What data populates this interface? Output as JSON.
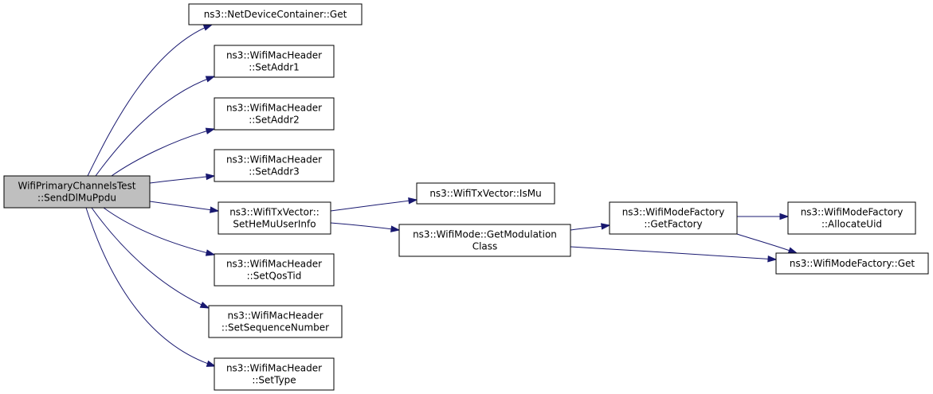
{
  "graph": {
    "type": "call-graph",
    "edge_color": "#191970",
    "root_fill": "#bfbfbf",
    "node_fill": "#ffffff",
    "nodes": [
      {
        "id": "root",
        "lines": [
          "WifiPrimaryChannelsTest",
          "::SendDlMuPpdu"
        ],
        "root": true
      },
      {
        "id": "ndc_get",
        "lines": [
          "ns3::NetDeviceContainer::Get"
        ]
      },
      {
        "id": "addr1",
        "lines": [
          "ns3::WifiMacHeader",
          "::SetAddr1"
        ]
      },
      {
        "id": "addr2",
        "lines": [
          "ns3::WifiMacHeader",
          "::SetAddr2"
        ]
      },
      {
        "id": "addr3",
        "lines": [
          "ns3::WifiMacHeader",
          "::SetAddr3"
        ]
      },
      {
        "id": "hemu",
        "lines": [
          "ns3::WifiTxVector::",
          "SetHeMuUserInfo"
        ]
      },
      {
        "id": "qostid",
        "lines": [
          "ns3::WifiMacHeader",
          "::SetQosTid"
        ]
      },
      {
        "id": "seqnum",
        "lines": [
          "ns3::WifiMacHeader",
          "::SetSequenceNumber"
        ]
      },
      {
        "id": "settype",
        "lines": [
          "ns3::WifiMacHeader",
          "::SetType"
        ]
      },
      {
        "id": "ismu",
        "lines": [
          "ns3::WifiTxVector::IsMu"
        ]
      },
      {
        "id": "getmod",
        "lines": [
          "ns3::WifiMode::GetModulation",
          "Class"
        ]
      },
      {
        "id": "getfactory",
        "lines": [
          "ns3::WifiModeFactory",
          "::GetFactory"
        ]
      },
      {
        "id": "allocuid",
        "lines": [
          "ns3::WifiModeFactory",
          "::AllocateUid"
        ]
      },
      {
        "id": "wmf_get",
        "lines": [
          "ns3::WifiModeFactory::Get"
        ]
      }
    ],
    "edges": [
      {
        "from": "root",
        "to": "ndc_get"
      },
      {
        "from": "root",
        "to": "addr1"
      },
      {
        "from": "root",
        "to": "addr2"
      },
      {
        "from": "root",
        "to": "addr3"
      },
      {
        "from": "root",
        "to": "hemu"
      },
      {
        "from": "root",
        "to": "qostid"
      },
      {
        "from": "root",
        "to": "seqnum"
      },
      {
        "from": "root",
        "to": "settype"
      },
      {
        "from": "hemu",
        "to": "ismu"
      },
      {
        "from": "hemu",
        "to": "getmod"
      },
      {
        "from": "getmod",
        "to": "getfactory"
      },
      {
        "from": "getmod",
        "to": "wmf_get"
      },
      {
        "from": "getfactory",
        "to": "allocuid"
      },
      {
        "from": "getfactory",
        "to": "wmf_get"
      }
    ]
  }
}
